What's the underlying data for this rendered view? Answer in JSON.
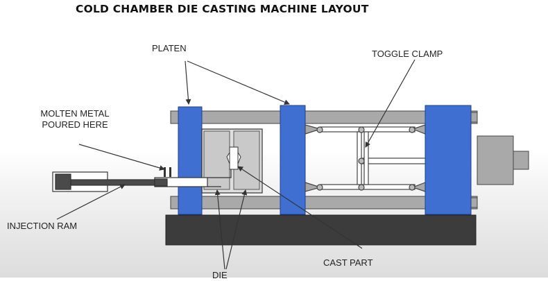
{
  "title": "COLD CHAMBER DIE CASTING MACHINE LAYOUT",
  "labels": {
    "platen": "PLATEN",
    "toggle_clamp": "TOGGLE CLAMP",
    "molten_metal_line1": "MOLTEN METAL",
    "molten_metal_line2": "POURED HERE",
    "injection_ram": "INJECTION RAM",
    "cast_part": "CAST PART",
    "die": "DIE"
  },
  "colors": {
    "platen_blue": "#3f6fd0",
    "frame_gray": "#a9a9a9",
    "base_dark": "#3c3c3c",
    "die_gray": "#c9c9c9",
    "outline": "#333333"
  }
}
